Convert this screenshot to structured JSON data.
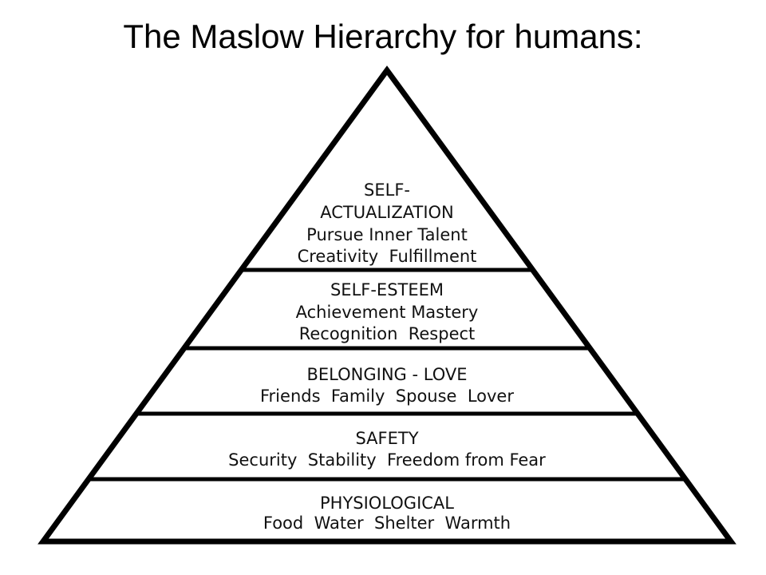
{
  "title": "The Maslow Hierarchy for humans:",
  "colors": {
    "outline": "#000000",
    "text": "#111111",
    "background": "#ffffff"
  },
  "pyramid": {
    "tiers": [
      {
        "id": "self-actualization",
        "name_lines": [
          "SELF-",
          "ACTUALIZATION"
        ],
        "item_lines": [
          "Pursue Inner Talent",
          "Creativity  Fulfillment"
        ]
      },
      {
        "id": "self-esteem",
        "name_lines": [
          "SELF-ESTEEM"
        ],
        "item_lines": [
          "Achievement Mastery",
          "Recognition  Respect"
        ]
      },
      {
        "id": "belonging-love",
        "name_lines": [
          "BELONGING - LOVE"
        ],
        "item_lines": [
          "Friends  Family  Spouse  Lover"
        ]
      },
      {
        "id": "safety",
        "name_lines": [
          "SAFETY"
        ],
        "item_lines": [
          "Security  Stability  Freedom from Fear"
        ]
      },
      {
        "id": "physiological",
        "name_lines": [
          "PHYSIOLOGICAL"
        ],
        "item_lines": [
          "Food  Water  Shelter  Warmth"
        ]
      }
    ]
  }
}
